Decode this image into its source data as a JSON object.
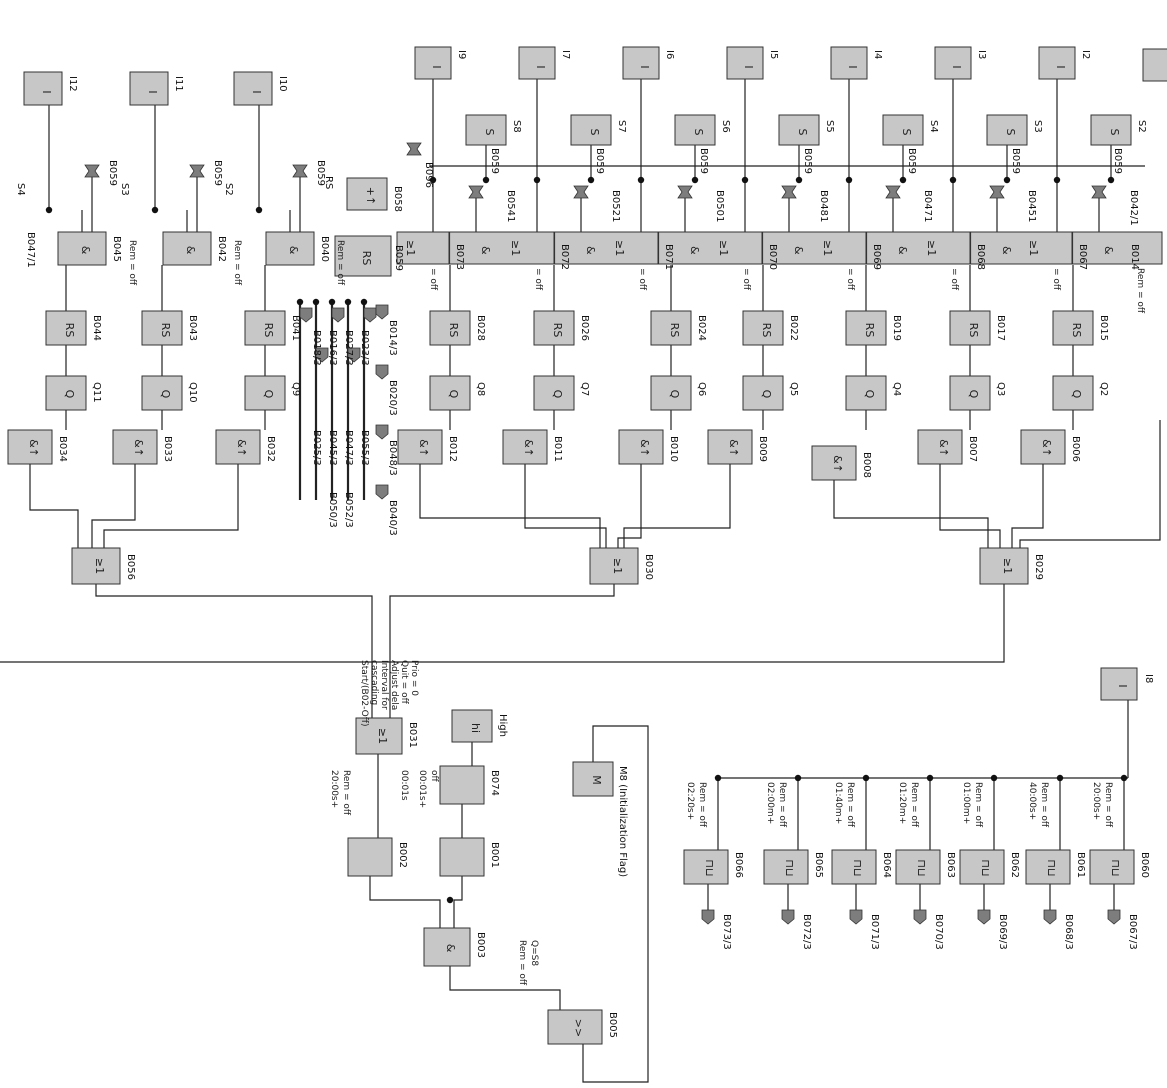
{
  "diagram": {
    "inputs_top": [
      "I9",
      "I7",
      "I6",
      "I5",
      "I4",
      "I3",
      "I2"
    ],
    "inputs_left": [
      "I12",
      "I11",
      "I10"
    ],
    "input_i8": "I8",
    "input_symbol": "I",
    "s_blocks": [
      "S8",
      "S7",
      "S6",
      "S5",
      "S4",
      "S3",
      "S2"
    ],
    "s_symbol": "S",
    "left_s_labels": [
      "S4",
      "S3",
      "S2"
    ],
    "left_rs_labels": [
      "RS",
      "1"
    ],
    "and_left_labels": [
      "B047/1",
      "B045",
      "B042",
      "B040"
    ],
    "and_top_labels": [
      "B073",
      "B072",
      "B071",
      "B070",
      "B069",
      "B068",
      "B067",
      "B014"
    ],
    "or_top_labels": [
      "B0541",
      "B0521",
      "B0501",
      "B0481",
      "B0471",
      "B0451",
      "B042/1"
    ],
    "rs_left_labels": [
      "B044",
      "B043",
      "B041"
    ],
    "rs_top_labels": [
      "B028",
      "B026",
      "B024",
      "B022",
      "B019",
      "B017",
      "B015"
    ],
    "q_left_labels": [
      "Q11",
      "Q10",
      "Q9"
    ],
    "q_top_labels": [
      "Q8",
      "Q7",
      "Q6",
      "Q5",
      "Q4",
      "Q3",
      "Q2"
    ],
    "edge_left_labels": [
      "B034",
      "B033",
      "B032"
    ],
    "edge_top_labels": [
      "B012",
      "B011",
      "B010",
      "B009",
      "B008",
      "B007",
      "B006"
    ],
    "or_final_labels": [
      "B056",
      "B030",
      "B029"
    ],
    "or_symbol": "≥1",
    "and_symbol": "&",
    "rs_symbol": "RS",
    "q_symbol": "Q",
    "edge_symbol": "&↑",
    "flag_b059": "B059",
    "flag_b096": "B096",
    "counter_label": "B058",
    "counter_rs": "B059",
    "cluster_right_labels": [
      "B014/3",
      "B020/3",
      "B048/3",
      "B040/3"
    ],
    "cluster_mid_labels": [
      "B018/3",
      "B016/3",
      "B027/3",
      "B023/3",
      "B025/3",
      "B045/3",
      "B047/3",
      "B055/3",
      "B050/3",
      "B052/3"
    ],
    "rem_off": "Rem = off",
    "eq_off": "= off",
    "b031_label": "B031",
    "b031_notes": [
      "Start/(B02-Off)",
      "cascading",
      "Interval for",
      "Adjust dela",
      "Quit = off",
      "Prio = 0"
    ],
    "b074_label": "B074",
    "b074_notes": [
      "00:01s+",
      "off"
    ],
    "b001_label": "B001",
    "b001_notes": [
      "00:01s"
    ],
    "high_label": "High",
    "high_symbol": "hi",
    "b002_label": "B002",
    "b002_notes": [
      "Rem = off",
      "20:00s+"
    ],
    "b003_label": "B003",
    "b003_notes": [
      "Q=S8",
      "Rem = off"
    ],
    "b005_label": "B005",
    "b005_symbol": ">>",
    "m8_label": "M8 (Initialization Flag)",
    "m_symbol": "M",
    "timers": [
      {
        "label": "B066",
        "notes": [
          "Rem = off",
          "02:20s+"
        ],
        "out": "B073/3"
      },
      {
        "label": "B065",
        "notes": [
          "Rem = off",
          "02:00m+"
        ],
        "out": "B072/3"
      },
      {
        "label": "B064",
        "notes": [
          "Rem = off",
          "01:40m+"
        ],
        "out": "B071/3"
      },
      {
        "label": "B063",
        "notes": [
          "Rem = off",
          "01:20m+"
        ],
        "out": "B070/3"
      },
      {
        "label": "B062",
        "notes": [
          "Rem = off",
          "01:00m+"
        ],
        "out": "B069/3"
      },
      {
        "label": "B061",
        "notes": [
          "Rem = off",
          "40:00s+"
        ],
        "out": "B068/3"
      },
      {
        "label": "B060",
        "notes": [
          "Rem = off",
          "20:00s+"
        ],
        "out": "B067/3"
      }
    ]
  }
}
